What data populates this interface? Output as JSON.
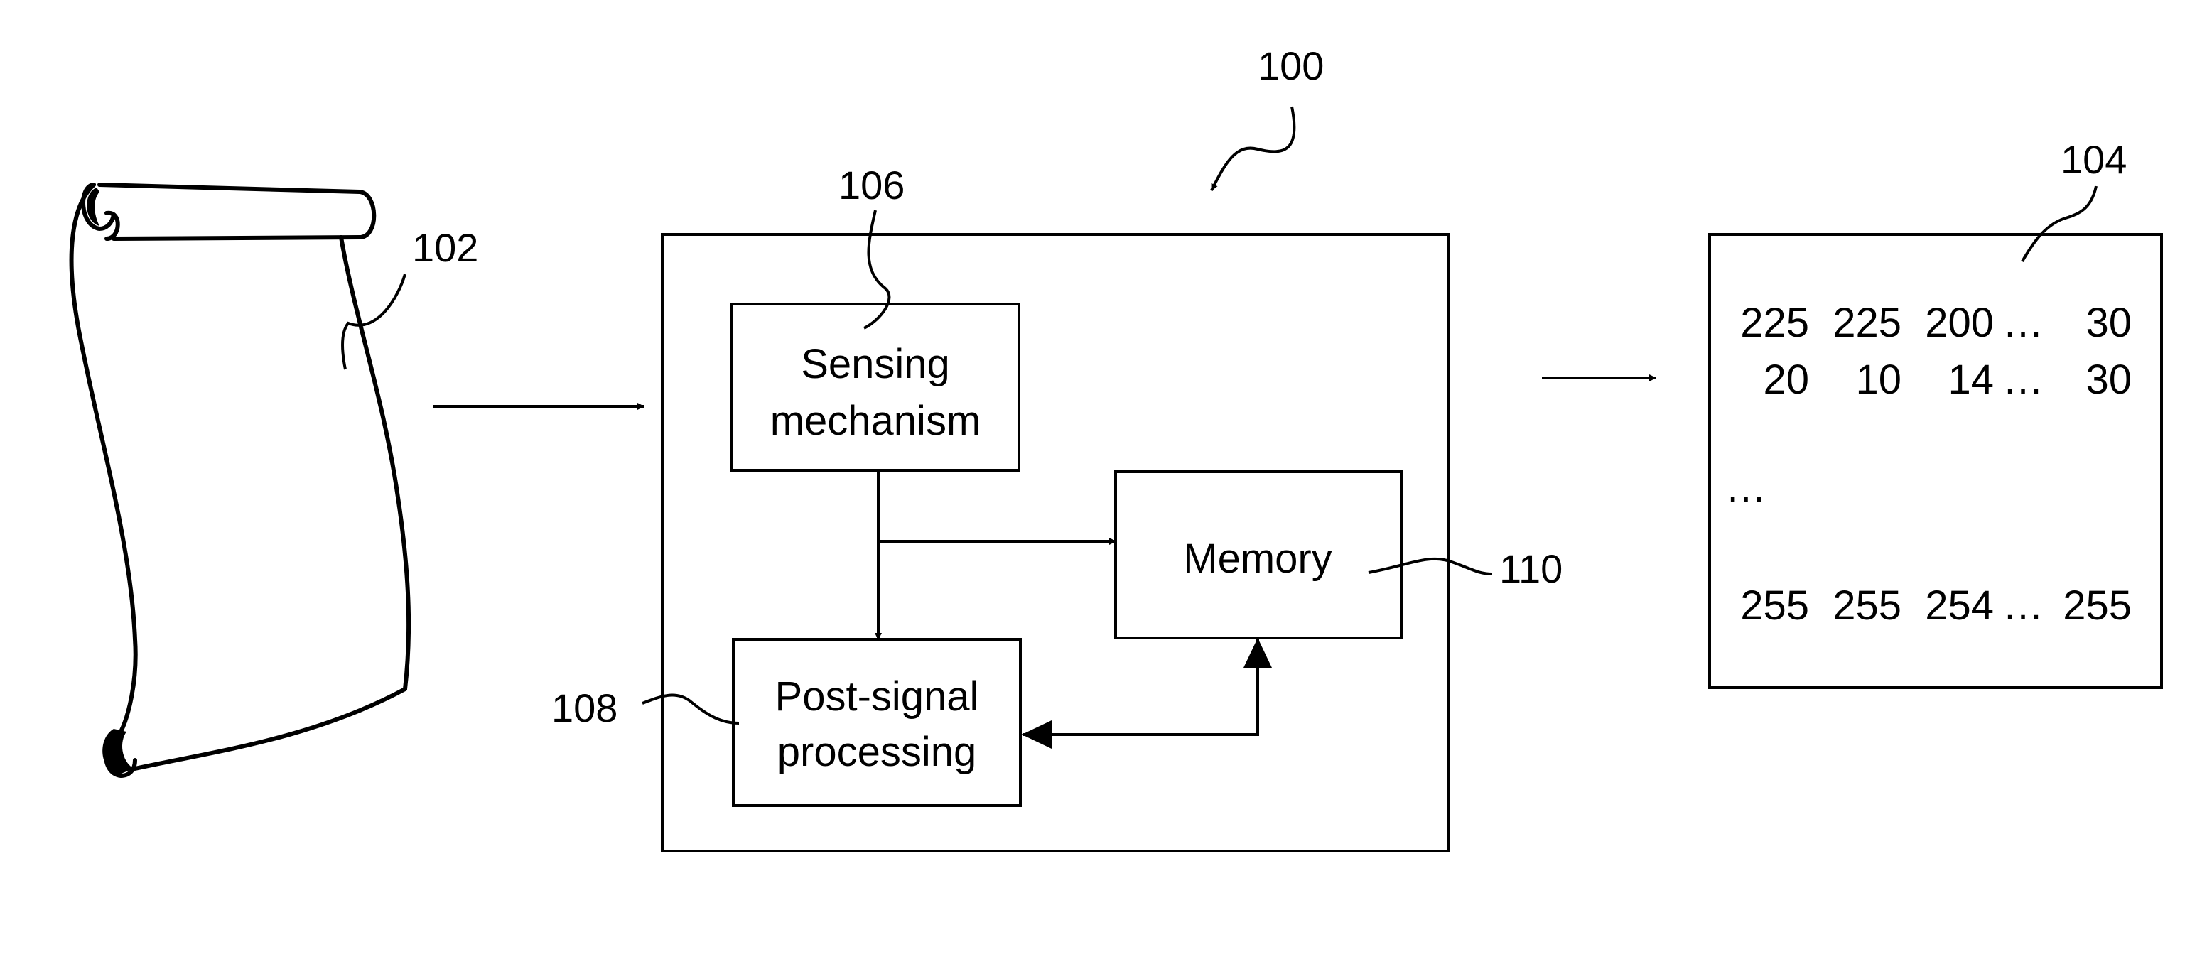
{
  "colors": {
    "line": "#000000",
    "background": "#ffffff"
  },
  "references": {
    "system": "100",
    "document": "102",
    "output": "104",
    "sensing": "106",
    "post_processing": "108",
    "memory": "110"
  },
  "blocks": {
    "sensing": {
      "line1": "Sensing",
      "line2": "mechanism"
    },
    "memory": {
      "label": "Memory"
    },
    "post_processing": {
      "line1": "Post-signal",
      "line2": "processing"
    }
  },
  "output_matrix": {
    "row1": [
      "225",
      "225",
      "200",
      "…",
      "30"
    ],
    "row2": [
      "20",
      "10",
      "14",
      "…",
      "30"
    ],
    "middle": "…",
    "row_last": [
      "255",
      "255",
      "254",
      "…",
      "255"
    ]
  }
}
